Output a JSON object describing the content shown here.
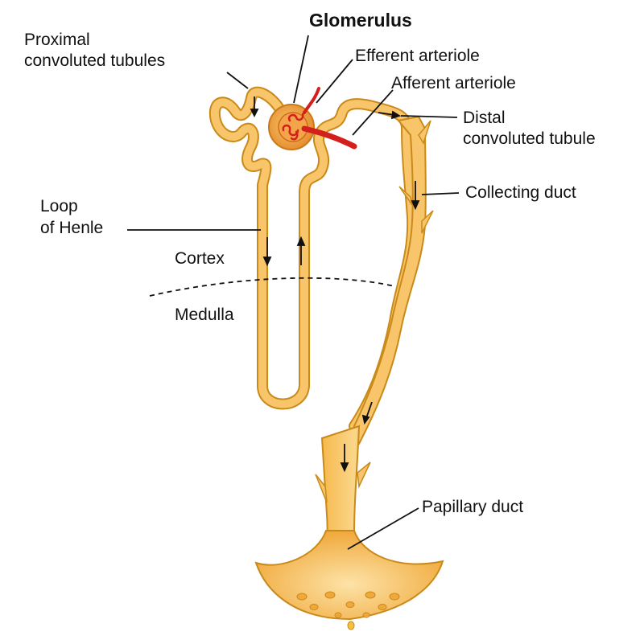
{
  "labels": {
    "glomerulus": "Glomerulus",
    "proximal_line1": "Proximal",
    "proximal_line2": "convoluted tubules",
    "efferent": "Efferent arteriole",
    "afferent": "Afferent arteriole",
    "distal_line1": "Distal",
    "distal_line2": "convoluted tubule",
    "collecting": "Collecting duct",
    "loop_line1": "Loop",
    "loop_line2": "of Henle",
    "cortex": "Cortex",
    "medulla": "Medulla",
    "papillary": "Papillary duct"
  },
  "colors": {
    "tubule_fill": "#f8c56a",
    "tubule_outline": "#c98a1a",
    "duct_dark": "#e9a93a",
    "glomerulus_capsule": "#f4b04a",
    "glomerulus_inner": "#e07a2a",
    "artery": "#d4201c",
    "leader_line": "#111111",
    "background": "#ffffff"
  }
}
